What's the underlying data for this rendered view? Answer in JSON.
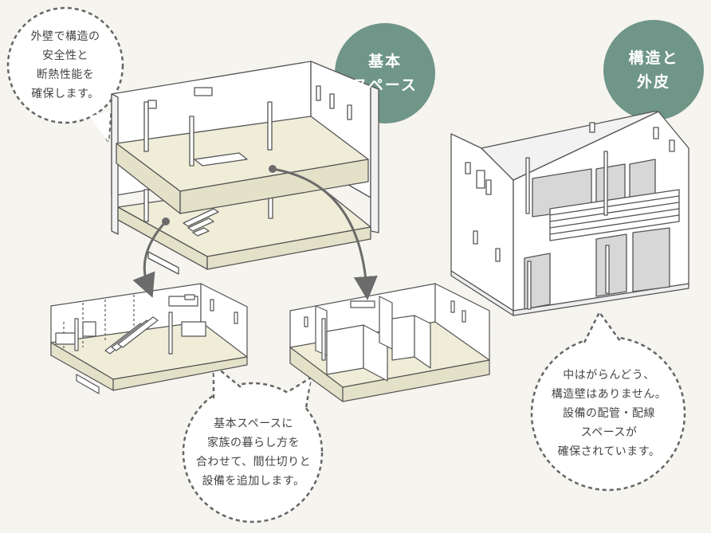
{
  "colors": {
    "badge": "#6f9688",
    "floor": "#efedd8",
    "wall": "#ffffff",
    "line": "#555555",
    "arrow": "#6b6b6b",
    "dash": "#666666",
    "background": "#f6f4ef"
  },
  "bubbles": {
    "exterior_note": "外壁で構造の\n安全性と\n断熱性能を\n確保します。",
    "layout_note": "基本スペースに\n家族の暮らし方を\n合わせて、間仕切りと\n設備を追加します。",
    "structure_note": "中はがらんどう、\n構造壁はありません。\n設備の配管・配線\nスペースが\n確保されています。"
  },
  "badges": {
    "basic_space": "基本\nスペース",
    "structure_shell": "構造と\n外皮"
  }
}
